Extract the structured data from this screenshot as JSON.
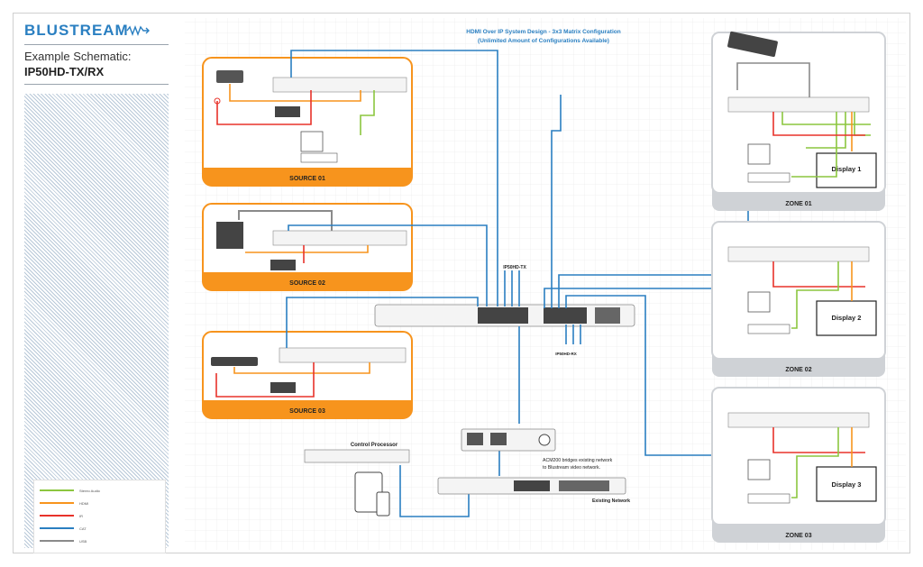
{
  "brand": {
    "name": "BLUSTREAM"
  },
  "header": {
    "subtitle": "Example Schematic:",
    "model": "IP50HD-TX/RX"
  },
  "design_note": {
    "line1": "HDMI Over IP System Design - 3x3 Matrix Configuration",
    "line2": "(Unlimited Amount of Configurations Available)"
  },
  "sources": [
    {
      "label": "SOURCE 01"
    },
    {
      "label": "SOURCE 02"
    },
    {
      "label": "SOURCE 03"
    }
  ],
  "zones": [
    {
      "label": "ZONE 01",
      "display": "Display 1"
    },
    {
      "label": "ZONE 02",
      "display": "Display 2"
    },
    {
      "label": "ZONE 03",
      "display": "Display 3"
    }
  ],
  "switch": {
    "tx_label": "IP50HD-TX",
    "rx_label": "IP50HD-RX"
  },
  "control": {
    "processor_label": "Control Processor",
    "acm_note_1": "ACM200 bridges existing network",
    "acm_note_2": "to Blustream video network.",
    "existing_network": "Existing Network"
  },
  "legend": [
    {
      "label": "Stereo Audio",
      "color": "#8cc63f"
    },
    {
      "label": "HDMI",
      "color": "#f7941d"
    },
    {
      "label": "IR",
      "color": "#e8322a"
    },
    {
      "label": "CAT",
      "color": "#2a7fc1"
    },
    {
      "label": "USB",
      "color": "#8a8a8a"
    }
  ],
  "colors": {
    "orange": "#f7941d",
    "blue": "#2a7fc1",
    "red": "#e8322a",
    "green": "#8cc63f",
    "grey": "#8a8a8a",
    "zone_bg": "#cfd2d6"
  }
}
